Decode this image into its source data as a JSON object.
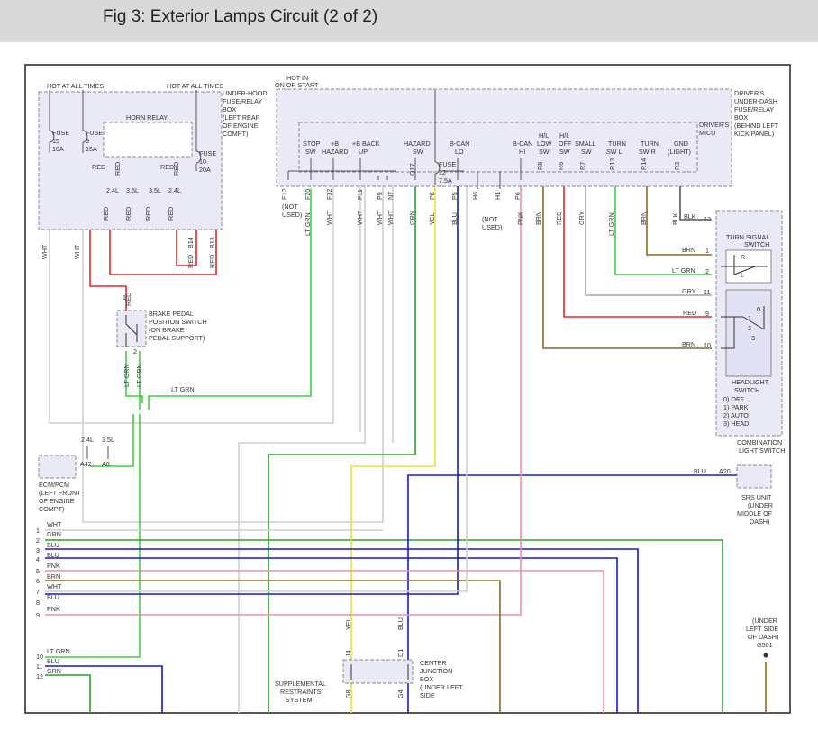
{
  "header": {
    "title": "Fig 3: Exterior Lamps Circuit (2 of 2)"
  },
  "underhood": {
    "hot_left": "HOT AT ALL TIMES",
    "hot_right": "HOT AT ALL TIMES",
    "box_label": [
      "UNDER-HOOD",
      "FUSE/RELAY",
      "BOX",
      "(LEFT REAR",
      "OF ENGINE",
      "COMPT)"
    ],
    "fuse15": [
      "FUSE",
      "15",
      "10A"
    ],
    "fuse9": [
      "FUSE",
      "9",
      "15A"
    ],
    "fuse10": [
      "FUSE",
      "10",
      "20A"
    ],
    "horn_relay": "HORN RELAY",
    "red_left": "RED",
    "red_right": "RED",
    "eng_24_l": "2.4L",
    "eng_35_l": "3.5L",
    "eng_35_r": "3.5L",
    "eng_24_r": "2.4L",
    "b14": "B14",
    "b13": "B13",
    "wire_red": "RED",
    "wire_wht": "WHT"
  },
  "dash_box": {
    "hot_in": [
      "HOT IN",
      "ON OR START"
    ],
    "label": [
      "DRIVER'S",
      "UNDER-DASH",
      "FUSE/RELAY",
      "BOX",
      "(BEHIND LEFT",
      "KICK PANEL)"
    ],
    "micu": [
      "DRIVER'S",
      "MICU"
    ],
    "fuse12": [
      "FUSE",
      "12",
      "7.5A"
    ],
    "switches": [
      [
        "STOP",
        "SW"
      ],
      [
        "+B",
        "HAZARD"
      ],
      [
        "+B BACK",
        "UP"
      ],
      [
        "HAZARD",
        "SW"
      ],
      [
        "B-CAN",
        "LO"
      ],
      [
        "B-CAN",
        "HI"
      ],
      [
        "H/L",
        "LOW",
        "SW"
      ],
      [
        "H/L",
        "OFF",
        "SW"
      ],
      [
        "SMALL",
        "SW"
      ],
      [
        "TURN",
        "SW L"
      ],
      [
        "TURN",
        "SW R"
      ],
      [
        "GND",
        "(LIGHT)"
      ]
    ],
    "connectors": [
      "E12",
      "F20",
      "F32",
      "F11",
      "P9",
      "N7",
      "Q17",
      "P8",
      "P5",
      "H6",
      "H1",
      "P6",
      "R8",
      "R6",
      "R7",
      "R13",
      "R14",
      "R3"
    ],
    "wire_colors": [
      "LT GRN",
      "WHT",
      "WHT",
      "WHT",
      "WHT",
      "GRN",
      "YEL",
      "BLU",
      "PNK",
      "BRN",
      "RED",
      "GRY",
      "LT GRN",
      "BRN",
      "BLK"
    ],
    "not_used_a": [
      "(NOT",
      "USED)"
    ],
    "not_used_b": [
      "(NOT",
      "USED)"
    ]
  },
  "combo_switch": {
    "label": [
      "COMBINATION",
      "LIGHT SWITCH"
    ],
    "turn_signal": [
      "TURN SIGNAL",
      "SWITCH"
    ],
    "headlight": [
      "HEADLIGHT",
      "SWITCH"
    ],
    "modes": [
      "0) OFF",
      "1) PARK",
      "2) AUTO",
      "3) HEAD"
    ],
    "pins": [
      "12",
      "1",
      "2",
      "11",
      "9",
      "10"
    ],
    "wires": [
      "BLK",
      "BRN",
      "LT GRN",
      "GRY",
      "RED",
      "BRN"
    ],
    "turn_marks": [
      "R",
      "L"
    ],
    "hl_marks": [
      "0",
      "1",
      "2",
      "3"
    ]
  },
  "brake_switch": {
    "label": [
      "BRAKE PEDAL",
      "POSITION SWITCH",
      "(ON BRAKE",
      "PEDAL SUPPORT)"
    ],
    "pin1": "1",
    "pin1_wire": "RED",
    "pin2": "2",
    "wire_a": "LT GRN",
    "wire_b": "LT GRN",
    "wire_c": "LT GRN"
  },
  "ecm": {
    "label": [
      "ECM/PCM",
      "(LEFT FRONT",
      "OF ENGINE",
      "COMPT)"
    ],
    "eng_24": "2.4L",
    "eng_35": "3.5L",
    "pin_a": "A42",
    "pin_b": "A8"
  },
  "srs": {
    "label": [
      "SRS UNIT",
      "(UNDER",
      "MIDDLE OF",
      "DASH)"
    ],
    "pin": "A20",
    "wire": "BLU"
  },
  "ground": {
    "label": [
      "(UNDER",
      "LEFT SIDE",
      "OF DASH)"
    ],
    "name": "G501"
  },
  "bus": [
    {
      "num": "1",
      "color": "WHT"
    },
    {
      "num": "2",
      "color": "GRN"
    },
    {
      "num": "3",
      "color": "BLU"
    },
    {
      "num": "4",
      "color": "BLU"
    },
    {
      "num": "5",
      "color": "PNK"
    },
    {
      "num": "6",
      "color": "BRN"
    },
    {
      "num": "7",
      "color": "WHT"
    },
    {
      "num": "8",
      "color": "BLU"
    },
    {
      "num": "9",
      "color": "PNK"
    },
    {
      "num": "10",
      "color": "LT GRN"
    },
    {
      "num": "11",
      "color": "BLU"
    },
    {
      "num": "12",
      "color": "GRN"
    }
  ],
  "junction": {
    "label": [
      "CENTER",
      "JUNCTION",
      "BOX",
      "(UNDER LEFT",
      "SIDE"
    ],
    "pin_j4": "J4",
    "pin_d1": "D1",
    "pin_g8": "G8",
    "pin_g4": "G4",
    "wire_yel": "YEL",
    "wire_blu": "BLU"
  },
  "srs_bottom": [
    "SUPPLEMENTAL",
    "RESTRAINTS",
    "SYSTEM"
  ],
  "colors": {
    "red": "#e8242a",
    "ltgrn": "#3fcf3f",
    "grn": "#27a327",
    "blu": "#1616d6",
    "yel": "#f0e030",
    "pnk": "#f08fa8",
    "brn": "#8c6a1a",
    "gry": "#a8a8a8",
    "wht": "#cfcfcf"
  }
}
